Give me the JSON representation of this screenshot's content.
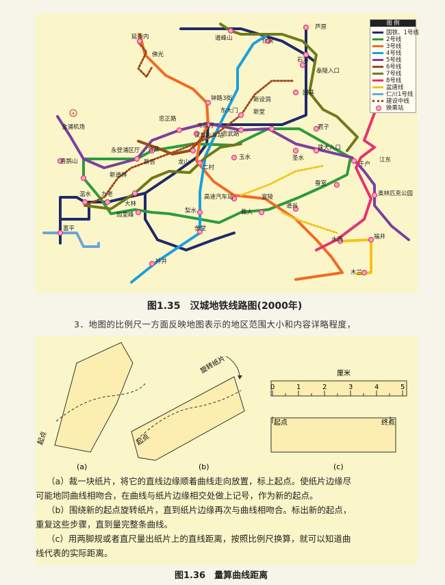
{
  "map": {
    "caption": "图1.35　汉城地铁线路图(2000年)",
    "legend": {
      "title": "图 例",
      "items": [
        {
          "label": "国铁、1号线",
          "color": "#1f2a6b"
        },
        {
          "label": "2号线",
          "color": "#2e9b3e"
        },
        {
          "label": "3号线",
          "color": "#f26a21"
        },
        {
          "label": "4号线",
          "color": "#1aa0dc"
        },
        {
          "label": "5号线",
          "color": "#7b3fa0"
        },
        {
          "label": "6号线",
          "color": "#9c4a1a"
        },
        {
          "label": "7号线",
          "color": "#6f7a1a"
        },
        {
          "label": "8号线",
          "color": "#e6336f"
        },
        {
          "label": "盆唐线",
          "color": "#f4c21a"
        },
        {
          "label": "仁川1号线",
          "color": "#6aa6d8"
        },
        {
          "label": "建设中线",
          "color": "#9c4a1a"
        },
        {
          "label": "换乘站",
          "color": "#e6336f"
        }
      ]
    },
    "stations": [
      "延新内",
      "佛光",
      "道峰山",
      "芦原",
      "仓洞",
      "石溪",
      "泰陵入口",
      "回基",
      "钟路3街",
      "东大门",
      "新设洞",
      "新堂",
      "市政厅",
      "忠正路",
      "汉城火车站",
      "忠武路",
      "金浦机场",
      "永登浦区厅",
      "合井",
      "新吉",
      "龙山",
      "二村",
      "玉水",
      "圣水",
      "君子",
      "建大入口",
      "千户",
      "江东",
      "喜鹊山",
      "新道林",
      "温水",
      "九老",
      "大林",
      "加里峰",
      "梨水",
      "高速汽车站",
      "教大",
      "宣陵",
      "道谷",
      "蚕室",
      "奥林匹克公园",
      "富平",
      "舍堂",
      "衿井",
      "水西",
      "福井",
      "木兰"
    ]
  },
  "intro_text": "3．地图的比例尺一方面反映地图表示的地区范围大小和内容详略程度，",
  "figure": {
    "rotate_label": "旋转纸片",
    "start_a": "起点",
    "start_b": "起点",
    "ruler_unit": "厘米",
    "ruler_ticks": [
      "0",
      "1",
      "2",
      "3",
      "4",
      "5"
    ],
    "ruler_start": "起点",
    "ruler_end": "终点",
    "label_a": "(a)",
    "label_b": "(b)",
    "label_c": "(c)",
    "para_a_1": "（a）裁一块纸片，将它的直线边缘顺着曲线走向放置，标上起点。使纸片边缘尽",
    "para_a_2": "可能地同曲线相吻合，在曲线与纸片边缘相交处做上记号，作为新的起点。",
    "para_b_1": "（b）围绕新的起点旋转纸片，直到纸片边缘再次与曲线相吻合。标出新的起点，",
    "para_b_2": "重复这些步骤，直到量完整条曲线。",
    "para_c_1": "（c）用两脚规或者直尺量出纸片上的直线距离，按照比例尺换算，就可以知道曲",
    "para_c_2": "线代表的实际距离。",
    "caption": "图1.36　量算曲线距离"
  }
}
